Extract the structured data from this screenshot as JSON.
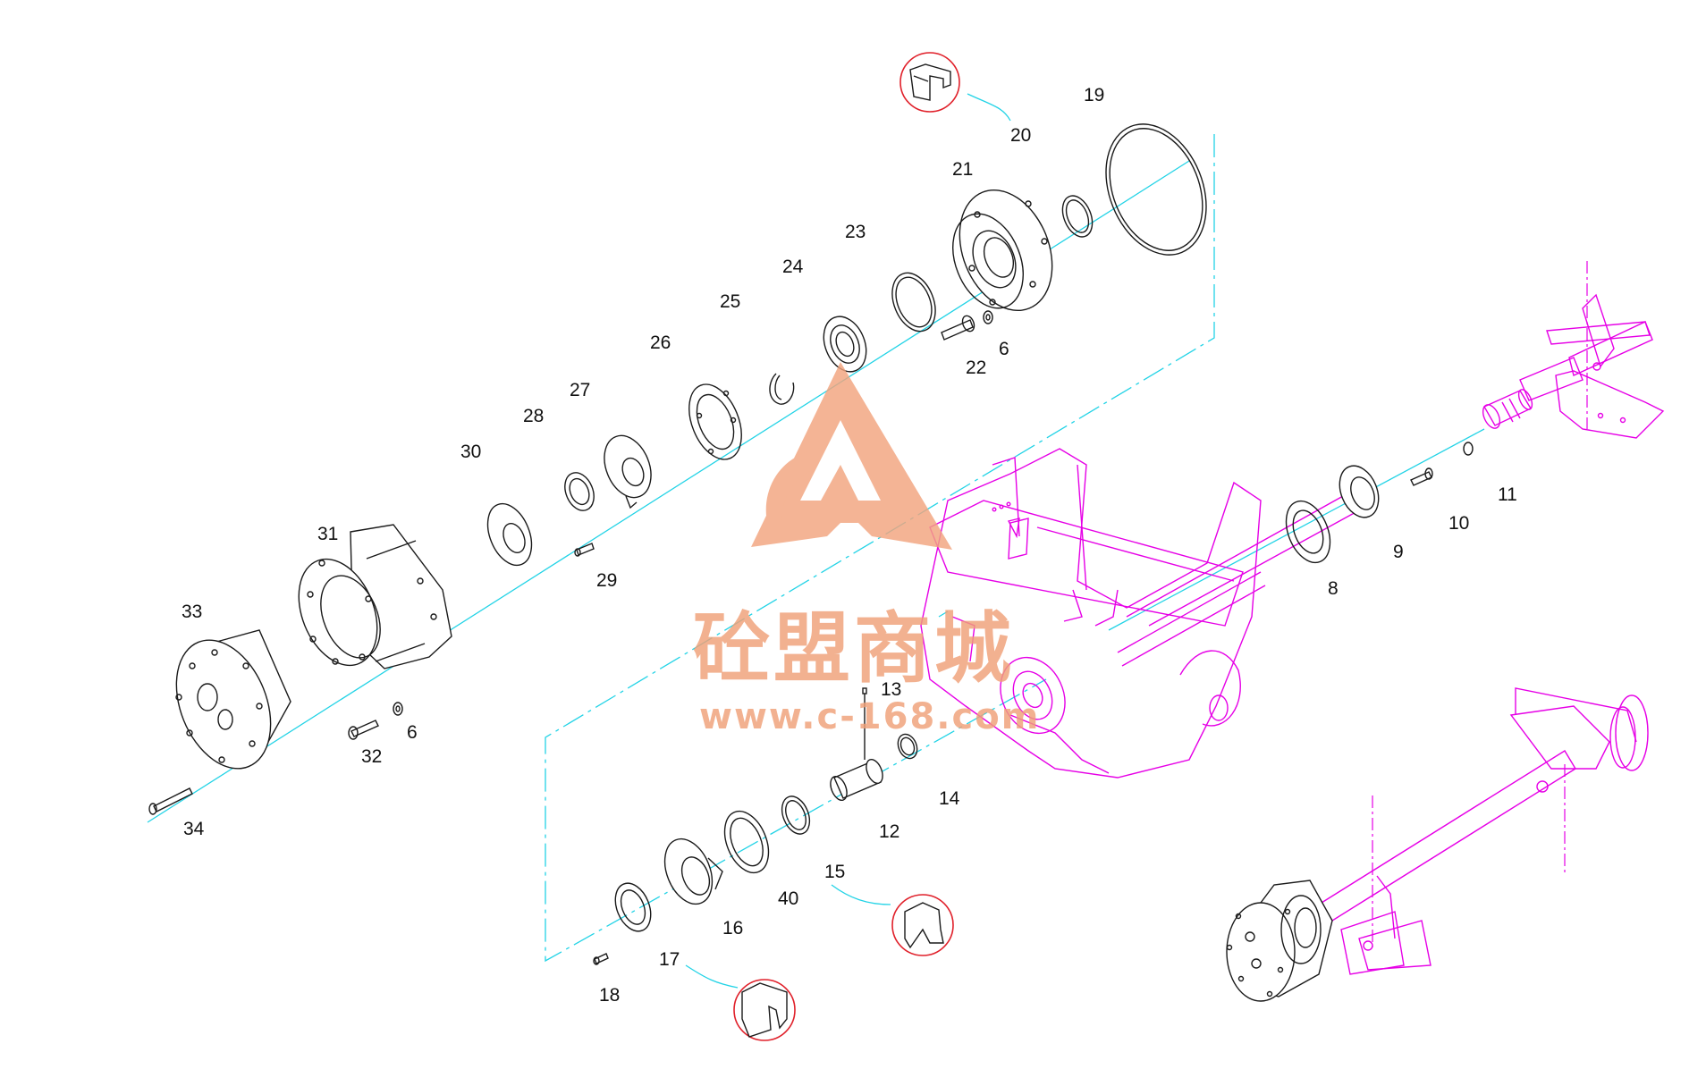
{
  "diagram": {
    "callouts": [
      {
        "id": "19",
        "text": "19"
      },
      {
        "id": "20",
        "text": "20"
      },
      {
        "id": "21",
        "text": "21"
      },
      {
        "id": "23",
        "text": "23"
      },
      {
        "id": "24",
        "text": "24"
      },
      {
        "id": "25",
        "text": "25"
      },
      {
        "id": "26",
        "text": "26"
      },
      {
        "id": "27",
        "text": "27"
      },
      {
        "id": "28",
        "text": "28"
      },
      {
        "id": "30",
        "text": "30"
      },
      {
        "id": "31",
        "text": "31"
      },
      {
        "id": "33",
        "text": "33"
      },
      {
        "id": "22",
        "text": "22"
      },
      {
        "id": "6a",
        "text": "6"
      },
      {
        "id": "29",
        "text": "29"
      },
      {
        "id": "32",
        "text": "32"
      },
      {
        "id": "6b",
        "text": "6"
      },
      {
        "id": "34",
        "text": "34"
      },
      {
        "id": "11",
        "text": "11"
      },
      {
        "id": "10",
        "text": "10"
      },
      {
        "id": "9",
        "text": "9"
      },
      {
        "id": "8",
        "text": "8"
      },
      {
        "id": "13",
        "text": "13"
      },
      {
        "id": "14",
        "text": "14"
      },
      {
        "id": "12",
        "text": "12"
      },
      {
        "id": "15",
        "text": "15"
      },
      {
        "id": "40",
        "text": "40"
      },
      {
        "id": "16",
        "text": "16"
      },
      {
        "id": "17",
        "text": "17"
      },
      {
        "id": "18",
        "text": "18"
      }
    ]
  },
  "watermark": {
    "brand": "砼盟商城",
    "url": "www.c-168.com",
    "color": "#f0a078"
  },
  "colors": {
    "parts": "#1a1a1a",
    "axis": "#22d3e6",
    "context": "#e600e6",
    "detail_circle": "#e0202a"
  }
}
